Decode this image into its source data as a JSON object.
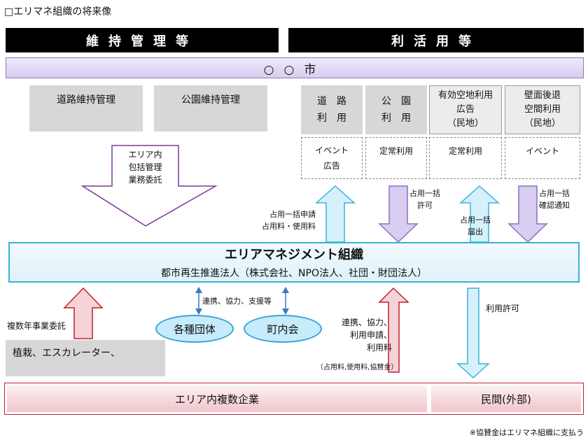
{
  "title": "□エリマネ組織の将来像",
  "header": {
    "left": "維持管理等",
    "right": "利活用等"
  },
  "city": "○○市",
  "maintenance": {
    "road": "道路維持管理",
    "park": "公園維持管理"
  },
  "usage": [
    {
      "line1": "道　路",
      "line2": "利　用",
      "line3": "",
      "activity_1": "イベント",
      "activity_2": "広告"
    },
    {
      "line1": "公　園",
      "line2": "利　用",
      "line3": "",
      "activity_1": "定常利用",
      "activity_2": ""
    },
    {
      "line1": "有効空地利用",
      "line2": "広告",
      "line3": "（民地）",
      "activity_1": "定常利用",
      "activity_2": ""
    },
    {
      "line1": "壁面後退",
      "line2": "空間利用",
      "line3": "（民地）",
      "activity_1": "イベント",
      "activity_2": ""
    }
  ],
  "consignment": {
    "line1": "エリア内",
    "line2": "包括管理",
    "line3": "業務委託"
  },
  "arrow_labels": {
    "apply_1": "占用一括申請",
    "apply_2": "占用料・使用料",
    "permit_1": "占用一括",
    "permit_2": "許可",
    "notify_1": "占用一括",
    "notify_2": "届出",
    "confirm_1": "占用一括",
    "confirm_2": "確認通知"
  },
  "organization": {
    "name": "エリアマネジメント組織",
    "subtitle": "都市再生推進法人（株式会社、NPO法人、社団・財団法人）"
  },
  "multi_year": "複数年事業委託",
  "cooperation": "連携、協力、支援等",
  "groups": {
    "group_a": "各種団体",
    "group_b": "町内会"
  },
  "business_flow": {
    "line1": "連携、協力、",
    "line2": "利用申請、",
    "line3": "利用料",
    "line4": "（占用料,使用料,協賛金）"
  },
  "use_permit": "利用許可",
  "planting": "植栽、エスカレーター、",
  "bottom": {
    "companies": "エリア内複数企業",
    "private": "民間(外部)"
  },
  "footnote": "※協賛金はエリマネ組織に支払う",
  "colors": {
    "purple": "#9b84d1",
    "blue": "#38b3d9",
    "red": "#c0202b"
  }
}
